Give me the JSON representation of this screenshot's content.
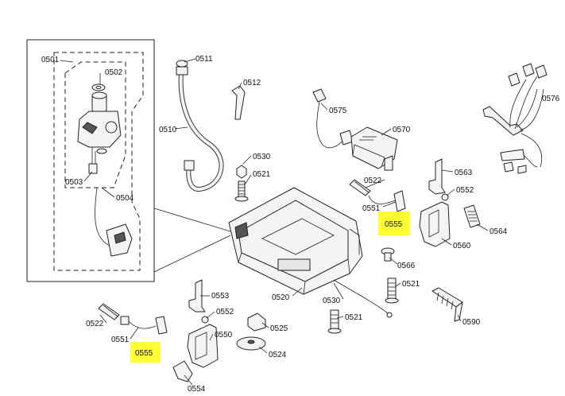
{
  "diagram_labels": {
    "p0501": "0501",
    "p0502": "0502",
    "p0503": "0503",
    "p0504": "0504",
    "p0510": "0510",
    "p0511": "0511",
    "p0512": "0512",
    "p0520": "0520",
    "p0521a": "0521",
    "p0521b": "0521",
    "p0521c": "0521",
    "p0522a": "0522",
    "p0522b": "0522",
    "p0524": "0524",
    "p0525": "0525",
    "p0530a": "0530",
    "p0530b": "0530",
    "p0550": "0550",
    "p0551a": "0551",
    "p0551b": "0551",
    "p0552a": "0552",
    "p0552b": "0552",
    "p0553": "0553",
    "p0554": "0554",
    "p0555a": "0555",
    "p0555b": "0555",
    "p0560": "0560",
    "p0563": "0563",
    "p0564": "0564",
    "p0566": "0566",
    "p0570": "0570",
    "p0575": "0575",
    "p0576": "0576",
    "p0590": "0590"
  },
  "colors": {
    "highlight": "#ffff33",
    "line": "#222222",
    "background": "#ffffff"
  }
}
